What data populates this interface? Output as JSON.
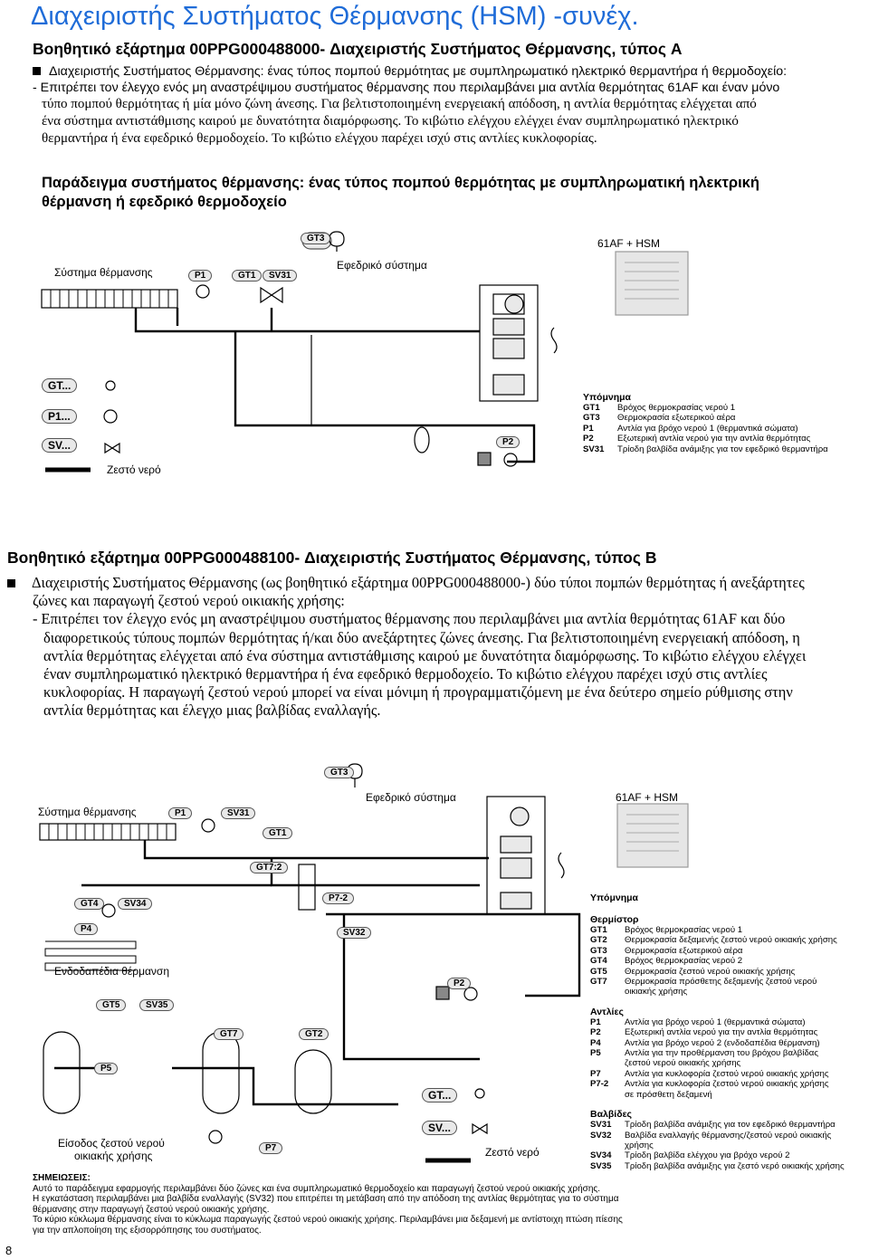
{
  "header": {
    "title": "Διαχειριστής Συστήματος Θέρμανσης (HSM) -συνέχ."
  },
  "section_a": {
    "heading": "Βοηθητικό εξάρτημα 00PPG000488000- Διαχειριστής Συστήματος Θέρμανσης, τύπος A",
    "bullet": "Διαχειριστής Συστήματος Θέρμανσης: ένας τύπος πομπού θερμότητας με συμπληρωματικό ηλεκτρικό θερμαντήρα ή θερμοδοχείο:",
    "dash_line1": "- Επιτρέπει τον έλεγχο ενός μη αναστρέψιμου συστήματος θέρμανσης που περιλαμβάνει μια αντλία θερμότητας 61AF και έναν μόνο",
    "dash_line2": "τύπο πομπού θερμότητας ή μία μόνο ζώνη άνεσης. Για βελτιστοποιημένη ενεργειακή απόδοση, η αντλία θερμότητας ελέγχεται από",
    "dash_line3": "ένα σύστημα αντιστάθμισης καιρού με δυνατότητα διαμόρφωσης. Το κιβώτιο ελέγχου ελέγχει έναν συμπληρωματικό ηλεκτρικό",
    "dash_line4": "θερμαντήρα ή ένα εφεδρικό θερμοδοχείο. Το κιβώτιο ελέγχου παρέχει ισχύ στις αντλίες κυκλοφορίας.",
    "example_line1": "Παράδειγμα συστήματος θέρμανσης: ένας τύπος πομπού θερμότητας με συμπληρωματική ηλεκτρική",
    "example_line2": "θέρμανση ή εφεδρικό θερμοδοχείο"
  },
  "diagram_a": {
    "label_heating_system": "Σύστημα θέρμανσης",
    "label_backup_system": "Εφεδρικό σύστημα",
    "label_unit": "61AF + HSM",
    "label_hot_water": "Ζεστό νερό",
    "tag_gt3": "GT3",
    "tag_p1": "P1",
    "tag_gt1": "GT1",
    "tag_sv31": "SV31",
    "tag_p2": "P2",
    "sym_gt": "GT...",
    "sym_p": "P1...",
    "sym_sv": "SV...",
    "legend_title": "Υπόμνημα",
    "legend": [
      {
        "code": "GT1",
        "text": "Βρόχος θερμοκρασίας νερού 1"
      },
      {
        "code": "GT3",
        "text": "Θερμοκρασία εξωτερικού αέρα"
      },
      {
        "code": "P1",
        "text": "Αντλία για βρόχο νερού 1 (θερμαντικά σώματα)"
      },
      {
        "code": "P2",
        "text": "Εξωτερική αντλία νερού για την αντλία θερμότητας"
      },
      {
        "code": "SV31",
        "text": "Τρίοδη βαλβίδα ανάμιξης για τον εφεδρικό θερμαντήρα"
      }
    ]
  },
  "section_b": {
    "heading": "Βοηθητικό εξάρτημα 00PPG000488100- Διαχειριστής Συστήματος Θέρμανσης, τύπος B",
    "bullet_line1": "Διαχειριστής Συστήματος Θέρμανσης (ως βοηθητικό εξάρτημα 00PPG000488000-) δύο τύποι πομπών θερμότητας ή ανεξάρτητες",
    "bullet_line2": "ζώνες και παραγωγή ζεστού νερού οικιακής χρήσης:",
    "dash_line1": "- Επιτρέπει τον έλεγχο ενός μη αναστρέψιμου συστήματος θέρμανσης που περιλαμβάνει μια αντλία θερμότητας 61AF και δύο",
    "dash_line2": "διαφορετικούς τύπους πομπών θερμότητας ή/και δύο ανεξάρτητες ζώνες άνεσης. Για βελτιστοποιημένη ενεργειακή απόδοση, η",
    "dash_line3": "αντλία θερμότητας ελέγχεται από ένα σύστημα αντιστάθμισης καιρού με δυνατότητα διαμόρφωσης. Το κιβώτιο ελέγχου ελέγχει",
    "dash_line4": "έναν συμπληρωματικό ηλεκτρικό θερμαντήρα ή ένα εφεδρικό θερμοδοχείο. Το κιβώτιο ελέγχου παρέχει ισχύ στις αντλίες",
    "dash_line5": "κυκλοφορίας. Η παραγωγή ζεστού νερού μπορεί να είναι μόνιμη ή προγραμματιζόμενη με ένα δεύτερο σημείο ρύθμισης στην",
    "dash_line6": "αντλία θερμότητας και έλεγχο μιας βαλβίδας εναλλαγής."
  },
  "diagram_b": {
    "label_heating_system": "Σύστημα θέρμανσης",
    "label_backup_system": "Εφεδρικό σύστημα",
    "label_unit": "61AF + HSM",
    "label_floor_heating": "Ενδοδαπέδια θέρμανση",
    "label_dhw_inlet_1": "Είσοδος ζεστού νερού",
    "label_dhw_inlet_2": "οικιακής χρήσης",
    "label_hot_water": "Ζεστό νερό",
    "tag_gt3": "GT3",
    "tag_p1": "P1",
    "tag_sv31": "SV31",
    "tag_gt1": "GT1",
    "tag_gt72": "GT7:2",
    "tag_p72": "P7-2",
    "tag_gt4": "GT4",
    "tag_sv34": "SV34",
    "tag_p4": "P4",
    "tag_sv32": "SV32",
    "tag_gt2": "GT2",
    "tag_p2": "P2",
    "tag_gt5": "GT5",
    "tag_sv35": "SV35",
    "tag_gt7": "GT7",
    "tag_p5": "P5",
    "tag_p7": "P7",
    "sym_gt": "GT...",
    "sym_sv": "SV...",
    "legend_title": "Υπόμνημα",
    "group_thermistor": "Θερμίστορ",
    "thermistors": [
      {
        "code": "GT1",
        "text": "Βρόχος θερμοκρασίας νερού 1"
      },
      {
        "code": "GT2",
        "text": "Θερμοκρασία δεξαμενής ζεστού νερού οικιακής χρήσης"
      },
      {
        "code": "GT3",
        "text": "Θερμοκρασία εξωτερικού αέρα"
      },
      {
        "code": "GT4",
        "text": "Βρόχος θερμοκρασίας νερού 2"
      },
      {
        "code": "GT5",
        "text": "Θερμοκρασία ζεστού νερού οικιακής χρήσης"
      },
      {
        "code": "GT7",
        "text": "Θερμοκρασία πρόσθετης δεξαμενής ζεστού νερού"
      },
      {
        "code": "",
        "text": "οικιακής χρήσης"
      }
    ],
    "group_pumps": "Αντλίες",
    "pumps": [
      {
        "code": "P1",
        "text": "Αντλία για βρόχο νερού 1 (θερμαντικά σώματα)"
      },
      {
        "code": "P2",
        "text": "Εξωτερική αντλία νερού για την αντλία θερμότητας"
      },
      {
        "code": "P4",
        "text": "Αντλία για βρόχο νερού 2 (ενδοδαπέδια θέρμανση)"
      },
      {
        "code": "P5",
        "text": "Αντλία για την προθέρμανση του βρόχου βαλβίδας"
      },
      {
        "code": "",
        "text": "ζεστού νερού οικιακής χρήσης"
      },
      {
        "code": "P7",
        "text": "Αντλία για κυκλοφορία ζεστού νερού οικιακής χρήσης"
      },
      {
        "code": "P7-2",
        "text": "Αντλία για κυκλοφορία ζεστού νερού οικιακής χρήσης"
      },
      {
        "code": "",
        "text": "σε πρόσθετη δεξαμενή"
      }
    ],
    "group_valves": "Βαλβίδες",
    "valves": [
      {
        "code": "SV31",
        "text": "Τρίοδη βαλβίδα ανάμιξης για τον εφεδρικό θερμαντήρα"
      },
      {
        "code": "SV32",
        "text": "Βαλβίδα εναλλαγής θέρμανσης/ζεστού νερού οικιακής"
      },
      {
        "code": "",
        "text": "χρήσης"
      },
      {
        "code": "SV34",
        "text": "Τρίοδη βαλβίδα ελέγχου για βρόχο νερού 2"
      },
      {
        "code": "SV35",
        "text": "Τρίοδη βαλβίδα ανάμιξης για ζεστό νερό οικιακής χρήσης"
      }
    ]
  },
  "notes": {
    "title": "ΣΗΜΕΙΩΣΕΙΣ:",
    "lines": [
      "Αυτό το παράδειγμα εφαρμογής περιλαμβάνει δύο ζώνες και ένα συμπληρωματικό θερμοδοχείο και παραγωγή ζεστού νερού οικιακής χρήσης.",
      "Η εγκατάσταση περιλαμβάνει μια βαλβίδα εναλλαγής (SV32) που επιτρέπει τη μετάβαση από την απόδοση της αντλίας θερμότητας για το σύστημα",
      "θέρμανσης στην παραγωγή ζεστού νερού οικιακής χρήσης.",
      "Το κύριο κύκλωμα θέρμανσης είναι το κύκλωμα παραγωγής ζεστού νερού οικιακής χρήσης. Περιλαμβάνει μια δεξαμενή με αντίστοιχη πτώση πίεσης",
      "για την απλοποίηση της εξισορρόπησης του συστήματος."
    ]
  },
  "footer": {
    "page_number": "8"
  }
}
